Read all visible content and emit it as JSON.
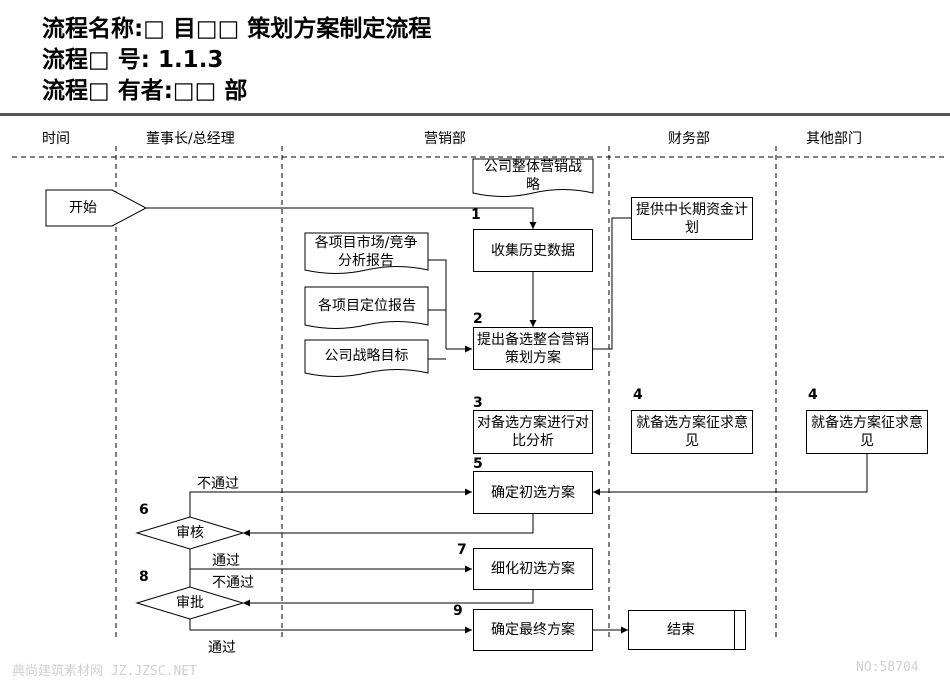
{
  "header": {
    "process_name": "流程名称:□ 目□□ 策划方案制定流程",
    "process_code": "流程□ 号: 1.1.3",
    "process_owner": "流程□ 有者:□□ 部"
  },
  "lanes": [
    "时间",
    "董事长/总经理",
    "营销部",
    "财务部",
    "其他部门"
  ],
  "nodes": {
    "start": "开始",
    "strategy_doc": "公司整体营销战略",
    "collect_data": "收集历史数据",
    "provide_funds": "提供中长期资金计划",
    "market_report": "各项目市场/竞争分析报告",
    "positioning_report": "各项目定位报告",
    "strategy_goal": "公司战略目标",
    "propose_plan": "提出备选整合营销策划方案",
    "compare_plans": "对备选方案进行对比分析",
    "finance_opinion": "就备选方案征求意见",
    "other_opinion": "就备选方案征求意见",
    "confirm_initial": "确定初选方案",
    "review": "审核",
    "refine_plan": "细化初选方案",
    "approve": "审批",
    "confirm_final": "确定最终方案",
    "end": "结束"
  },
  "step_numbers": {
    "s1": "1",
    "s2": "2",
    "s3": "3",
    "s4a": "4",
    "s4b": "4",
    "s5": "5",
    "s6": "6",
    "s7": "7",
    "s8": "8",
    "s9": "9"
  },
  "edge_labels": {
    "review_fail": "不通过",
    "review_pass": "通过",
    "approve_fail": "不通过",
    "approve_pass": "通过"
  },
  "watermark": {
    "left": "典尚建筑素材网 JZ.JZSC.NET",
    "right": "NO:58704"
  }
}
